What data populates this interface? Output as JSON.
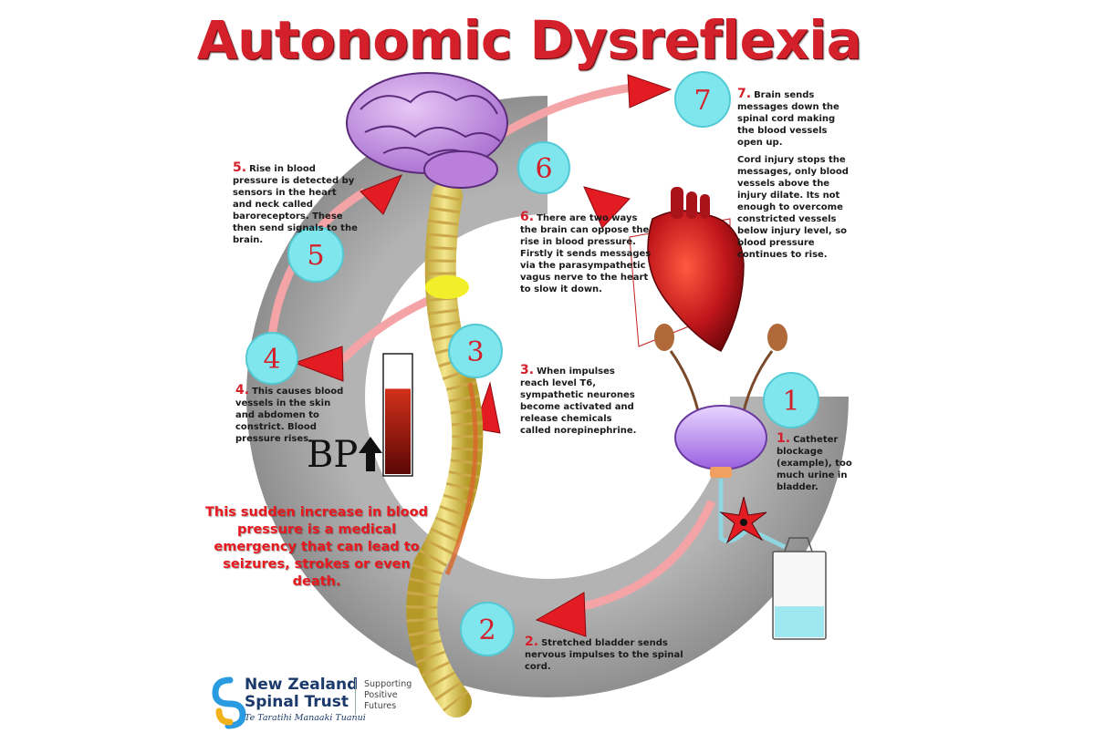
{
  "title": "Autonomic Dysreflexia",
  "steps": [
    {
      "number": "1",
      "heading": "1.",
      "text": "Catheter blockage (example), too much urine in bladder."
    },
    {
      "number": "2",
      "heading": "2.",
      "text": "Stretched bladder sends nervous impulses to the spinal cord."
    },
    {
      "number": "3",
      "heading": "3.",
      "text": "When impulses reach level T6, sympathetic neurones become activated and release chemicals called norepinephrine."
    },
    {
      "number": "4",
      "heading": "4.",
      "text": "This causes blood vessels in the skin and abdomen to constrict. Blood pressure rises."
    },
    {
      "number": "5",
      "heading": "5.",
      "text": "Rise in blood pressure is detected by sensors in the heart and neck called baroreceptors.  These then send signals to the brain."
    },
    {
      "number": "6",
      "heading": "6.",
      "text": "There are two ways the brain can oppose the rise in blood pressure. Firstly it sends messages via the parasympathetic vagus nerve to the heart to slow it down."
    },
    {
      "number": "7",
      "heading": "7.",
      "text": "Brain sends messages down the spinal cord  making the blood vessels open up.",
      "text2": "Cord injury stops the messages, only blood vessels above the injury dilate.  Its not enough to overcome constricted vessels below injury level, so blood pressure continues to rise."
    }
  ],
  "warning": "This sudden increase in blood pressure is a medical emergency that can lead to seizures, strokes or even death.",
  "bp_label": "BP",
  "bp_level": 0.72,
  "logo": {
    "name_line1": "New Zealand",
    "name_line2": "Spinal Trust",
    "maori": "Te Taratihi Manaaki Tuanui",
    "tagline_1": "Supporting",
    "tagline_2": "Positive",
    "tagline_3": "Futures"
  },
  "colors": {
    "title_red": "#d4202a",
    "ring_gray": "#a7a7a7",
    "circle_cyan": "#7fe6ee",
    "arrow_red": "#e31b23",
    "brain_purple": "#c98ce6",
    "heart_red": "#b3141a",
    "bladder_purple": "#a06be0",
    "spine_yellow": "#e8d66a",
    "t6_marker": "#f2ef2a",
    "logo_blue": "#1b3a6b"
  }
}
